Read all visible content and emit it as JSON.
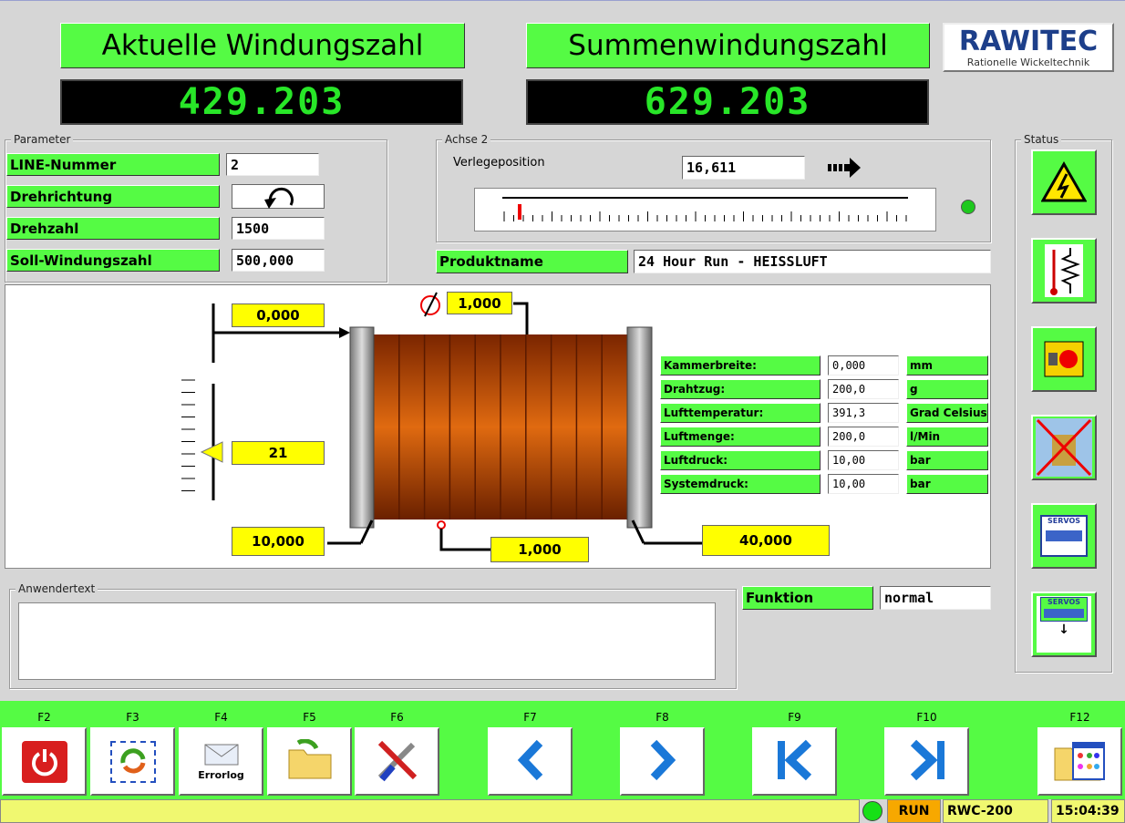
{
  "header": {
    "title_current": "Aktuelle Windungszahl",
    "value_current": "429.203",
    "title_total": "Summenwindungszahl",
    "value_total": "629.203",
    "logo_main": "RAWITEC",
    "logo_sub": "Rationelle Wickeltechnik"
  },
  "parameter": {
    "caption": "Parameter",
    "rows": [
      {
        "label": "LINE-Nummer",
        "value": "2"
      },
      {
        "label": "Drehrichtung",
        "value": ""
      },
      {
        "label": "Drehzahl",
        "value": "1500"
      },
      {
        "label": "Soll-Windungszahl",
        "value": "500,000"
      }
    ]
  },
  "axis": {
    "caption": "Achse 2",
    "label": "Verlegeposition",
    "value": "16,611"
  },
  "product": {
    "label": "Produktname",
    "value": "24 Hour Run - HEISSLUFT"
  },
  "diagram": {
    "offset": "0,000",
    "pitch": "1,000",
    "layers": "21",
    "start": "10,000",
    "wire": "1,000",
    "end": "40,000"
  },
  "process": [
    {
      "label": "Kammerbreite:",
      "value": "0,000",
      "unit": "mm"
    },
    {
      "label": "Drahtzug:",
      "value": "200,0",
      "unit": "g"
    },
    {
      "label": "Lufttemperatur:",
      "value": "391,3",
      "unit": "Grad Celsius"
    },
    {
      "label": "Luftmenge:",
      "value": "200,0",
      "unit": "l/Min"
    },
    {
      "label": "Luftdruck:",
      "value": "10,00",
      "unit": "bar"
    },
    {
      "label": "Systemdruck:",
      "value": "10,00",
      "unit": "bar"
    }
  ],
  "user_text": {
    "caption": "Anwendertext",
    "value": ""
  },
  "function": {
    "label": "Funktion",
    "value": "normal"
  },
  "status": {
    "caption": "Status",
    "servos1": "SERVOS",
    "servos2": "SERVOS"
  },
  "fkeys": [
    {
      "key": "F2",
      "icon": "power-icon"
    },
    {
      "key": "F3",
      "icon": "refresh-icon"
    },
    {
      "key": "F4",
      "icon": "errorlog-icon",
      "label": "Errorlog"
    },
    {
      "key": "F5",
      "icon": "folder-icon"
    },
    {
      "key": "F6",
      "icon": "tools-icon"
    },
    {
      "key": "F7",
      "icon": "prev-icon"
    },
    {
      "key": "F8",
      "icon": "next-icon"
    },
    {
      "key": "F9",
      "icon": "first-icon"
    },
    {
      "key": "F10",
      "icon": "last-icon"
    },
    {
      "key": "F12",
      "icon": "windows-icon"
    }
  ],
  "statusbar": {
    "state": "RUN",
    "machine": "RWC-200",
    "time": "15:04:39"
  }
}
